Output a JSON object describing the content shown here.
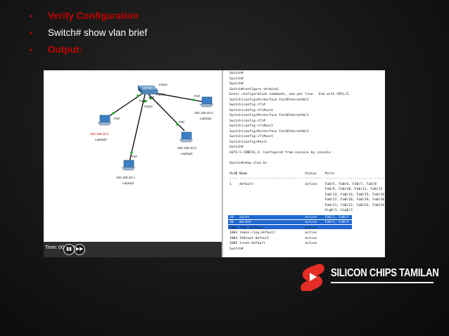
{
  "bullets": [
    {
      "text": "Verify Configuration"
    },
    {
      "text": "Switch# show vlan brief"
    },
    {
      "text": "Output:"
    }
  ],
  "colors": {
    "accent": "#c00000",
    "highlight": "#1f67d2",
    "background": "#141414"
  },
  "packet_tracer": {
    "switch": {
      "ports": [
        "Fa0/4",
        "Fa0/1",
        "Fa0/3",
        "Fa0/2"
      ],
      "label": "sw0"
    },
    "devices": [
      {
        "name": "Laptop0",
        "ip": "192.168.10.1",
        "port": "Fa0",
        "ip_color": "red"
      },
      {
        "name": "Laptop1",
        "ip": "192.168.20.1",
        "port": "Fa0"
      },
      {
        "name": "Laptop2",
        "ip": "192.168.10.2",
        "port": "Fa0"
      },
      {
        "name": "Laptop3",
        "ip": "192.168.20.2",
        "port": "Fa0"
      }
    ],
    "time": "Time: 00:29:01",
    "play_icon": "pause-icon",
    "fastforward_icon": "fast-forward-icon"
  },
  "terminal": {
    "lines": [
      "Switch#",
      "Switch#",
      "Switch#",
      "Switch#configure terminal",
      "Enter configuration commands, one per line.  End with CNTL/Z.",
      "Switch(config)#interface FastEthernet0/1",
      "Switch(config-if)#",
      "Switch(config-if)#exit",
      "Switch(config)#interface FastEthernet0/1",
      "Switch(config-if)#",
      "Switch(config-if)#exit",
      "Switch(config)#interface FastEthernet0/2",
      "Switch(config-if)#exit",
      "Switch(config)#exit",
      "Switch#",
      "%SYS-5-CONFIG_I: Configured from console by console",
      "",
      "Switch#show vlan br",
      "",
      "VLAN Name                             Status    Ports",
      "---- -------------------------------- --------- -------------------------------",
      "1    default                          active    Fa0/5, Fa0/6, Fa0/7, Fa0/8",
      "                                                Fa0/9, Fa0/10, Fa0/11, Fa0/12",
      "                                                Fa0/13, Fa0/14, Fa0/15, Fa0/16",
      "                                                Fa0/17, Fa0/18, Fa0/19, Fa0/20",
      "                                                Fa0/21, Fa0/22, Fa0/23, Fa0/24",
      "                                                Gig0/1, Gig0/2",
      "10   sales                            active    Fa0/1, Fa0/3",
      "20   market                           active    Fa0/2, Fa0/4",
      "1002 fddi-default                     active",
      "1003 token-ring-default               active",
      "1004 fddinet-default                  active",
      "1005 trnet-default                    active",
      "Switch#"
    ]
  },
  "logo": {
    "text": "SILICON CHIPS TAMILAN",
    "icon": "youtube-shorts-icon"
  }
}
